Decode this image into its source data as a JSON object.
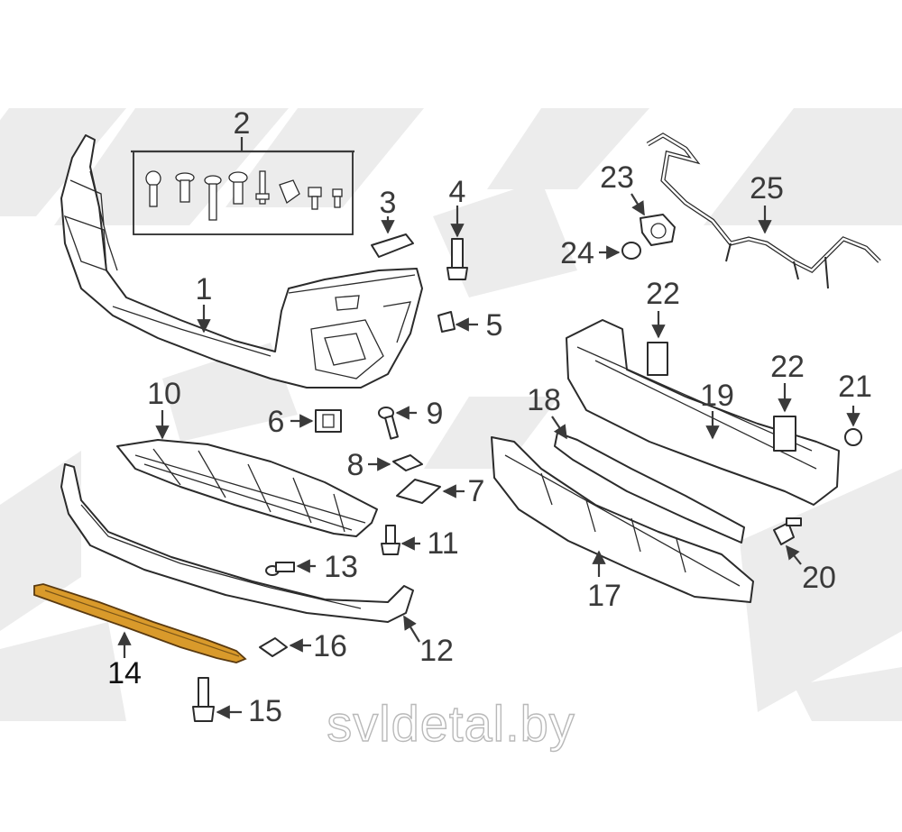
{
  "callouts": {
    "c1": "1",
    "c2": "2",
    "c3": "3",
    "c4": "4",
    "c5": "5",
    "c6": "6",
    "c7": "7",
    "c8": "8",
    "c9": "9",
    "c10": "10",
    "c11": "11",
    "c12": "12",
    "c13": "13",
    "c14": "14",
    "c15": "15",
    "c16": "16",
    "c17": "17",
    "c18": "18",
    "c19": "19",
    "c20": "20",
    "c21": "21",
    "c22a": "22",
    "c22b": "22",
    "c23": "23",
    "c24": "24",
    "c25": "25"
  },
  "watermark": "svldetal.by",
  "highlight_color": "#d99a2b",
  "line_color": "#2b2b2b"
}
